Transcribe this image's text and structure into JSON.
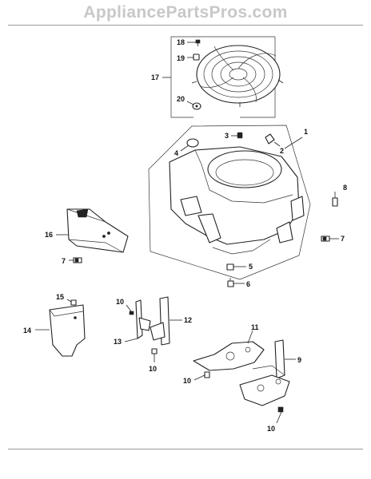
{
  "watermark": "AppliancePartsPros.com",
  "callouts": [
    {
      "id": "c18",
      "label": "18"
    },
    {
      "id": "c19",
      "label": "19"
    },
    {
      "id": "c17",
      "label": "17"
    },
    {
      "id": "c20",
      "label": "20"
    },
    {
      "id": "c3",
      "label": "3"
    },
    {
      "id": "c1",
      "label": "1"
    },
    {
      "id": "c4",
      "label": "4"
    },
    {
      "id": "c2",
      "label": "2"
    },
    {
      "id": "c8",
      "label": "8"
    },
    {
      "id": "c7a",
      "label": "7"
    },
    {
      "id": "c16",
      "label": "16"
    },
    {
      "id": "c7b",
      "label": "7"
    },
    {
      "id": "c5",
      "label": "5"
    },
    {
      "id": "c6",
      "label": "6"
    },
    {
      "id": "c15",
      "label": "15"
    },
    {
      "id": "c14",
      "label": "14"
    },
    {
      "id": "c10a",
      "label": "10"
    },
    {
      "id": "c12",
      "label": "12"
    },
    {
      "id": "c13",
      "label": "13"
    },
    {
      "id": "c10b",
      "label": "10"
    },
    {
      "id": "c11",
      "label": "11"
    },
    {
      "id": "c9",
      "label": "9"
    },
    {
      "id": "c10c",
      "label": "10"
    },
    {
      "id": "c10d",
      "label": "10"
    }
  ]
}
